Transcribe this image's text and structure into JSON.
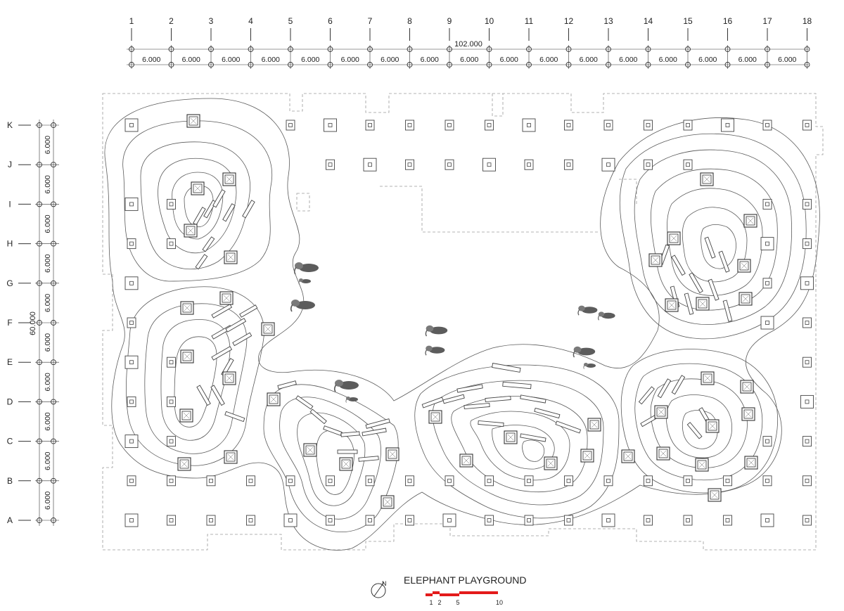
{
  "grid": {
    "columns": [
      "1",
      "2",
      "3",
      "4",
      "5",
      "6",
      "7",
      "8",
      "9",
      "10",
      "11",
      "12",
      "13",
      "14",
      "15",
      "16",
      "17",
      "18"
    ],
    "rows": [
      "A",
      "B",
      "C",
      "D",
      "E",
      "F",
      "G",
      "H",
      "I",
      "J",
      "K"
    ],
    "column_spacing_label": "6.000",
    "row_spacing_label": "6.000",
    "total_width_label": "102.000",
    "total_height_label": "60.000"
  },
  "title": "ELEPHANT PLAYGROUND",
  "scale_bar": {
    "labels": [
      "1",
      "2",
      "5",
      "10"
    ],
    "color": "#e31b1b"
  },
  "north_arrow": {
    "label": "N",
    "icon": "north-arrow-icon"
  },
  "icons": [
    "elephant-icon",
    "column-footing-icon",
    "north-arrow-icon"
  ],
  "colors": {
    "line": "#555555",
    "dashed": "#9a9a9a",
    "elephant": "#5c5c5c"
  }
}
